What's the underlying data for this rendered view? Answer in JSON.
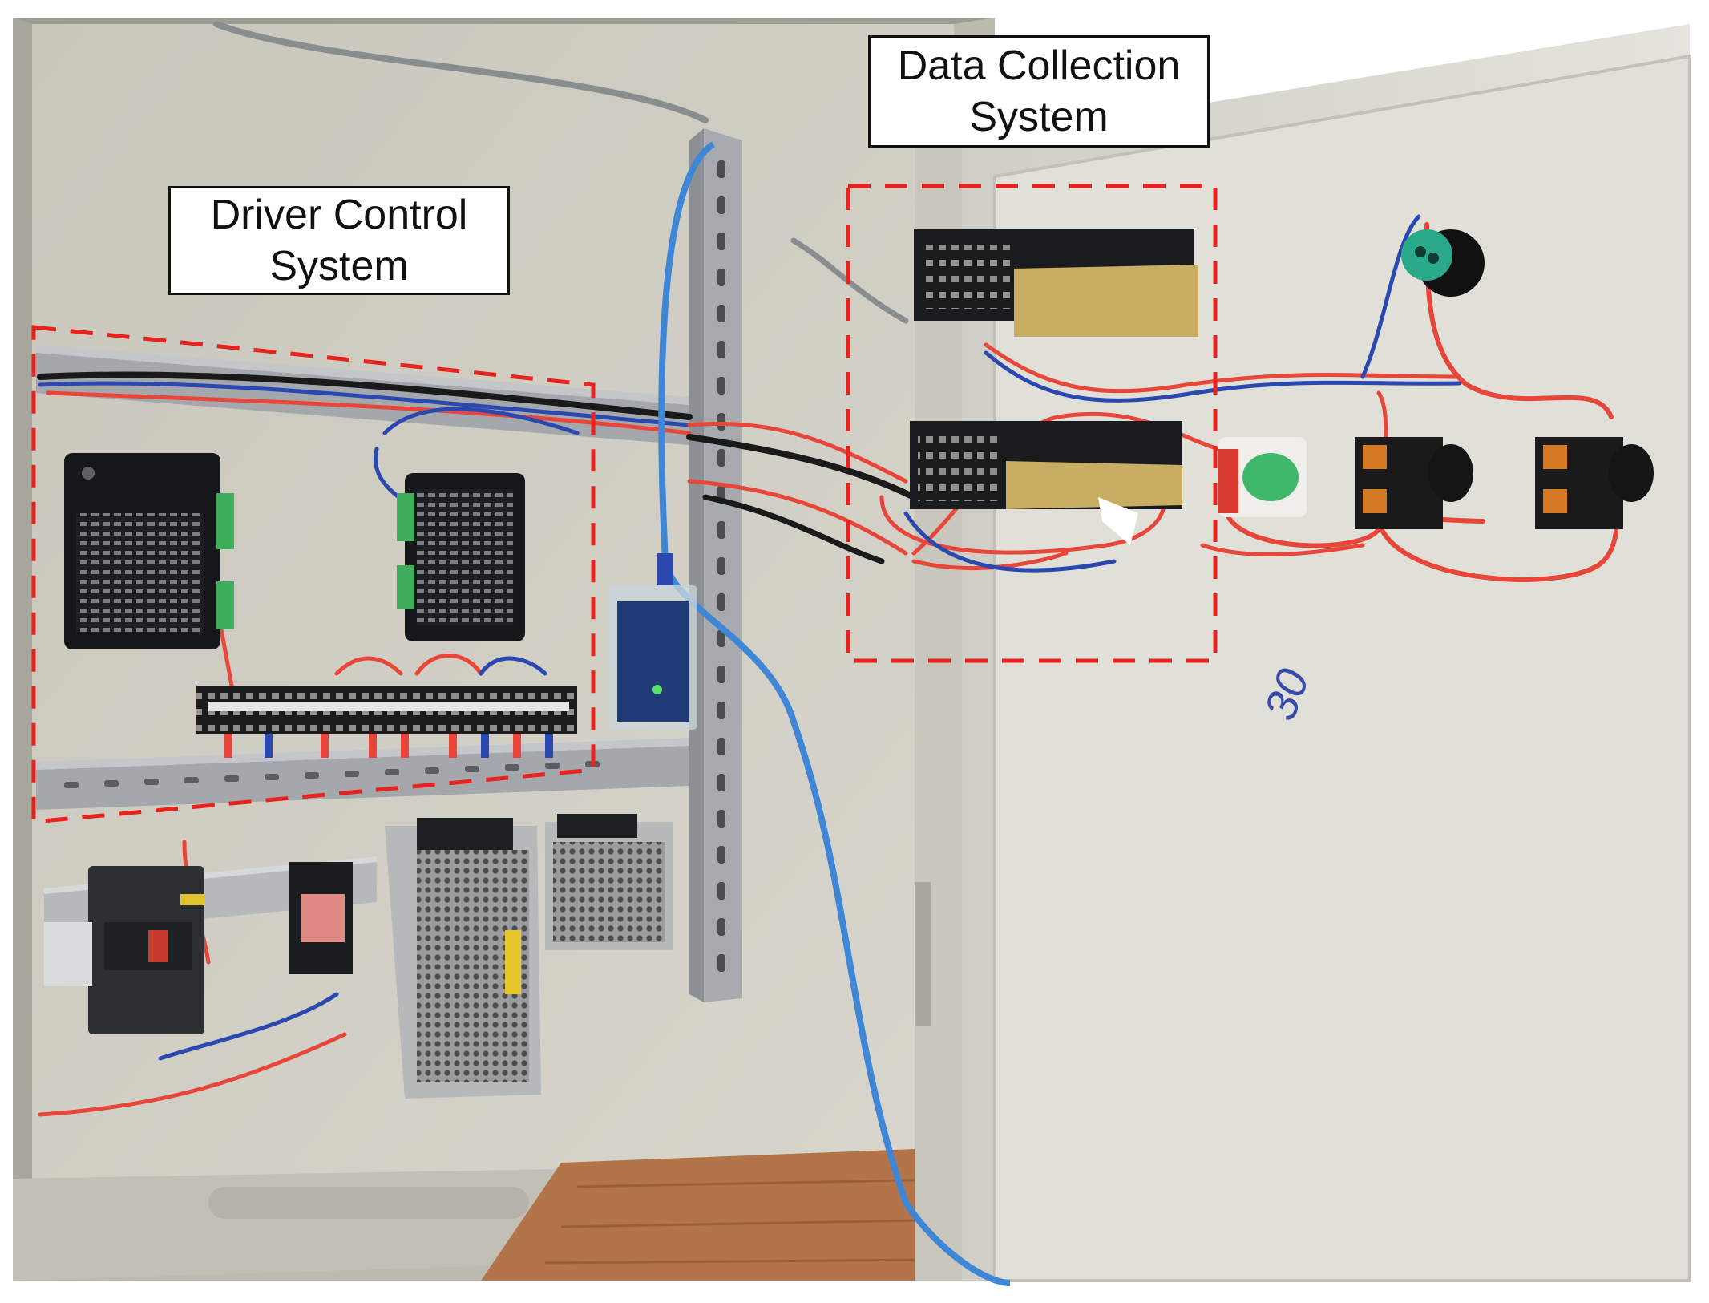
{
  "labels": {
    "driver_control": {
      "line1": "Driver Control",
      "line2": "System"
    },
    "data_collection": {
      "line1": "Data Collection",
      "line2": "System"
    }
  },
  "handwritten_mark": "30",
  "colors": {
    "highlight_box": "#e8231f",
    "cabinet_panel": "#d4d2c6",
    "door_panel": "#dcdbd2",
    "door_seal": "#1a1a1a",
    "wire_red": "#e8463a",
    "wire_blue": "#2a48b0",
    "usb_cable": "#3f86d6",
    "floor_wood": "#b3744a"
  }
}
